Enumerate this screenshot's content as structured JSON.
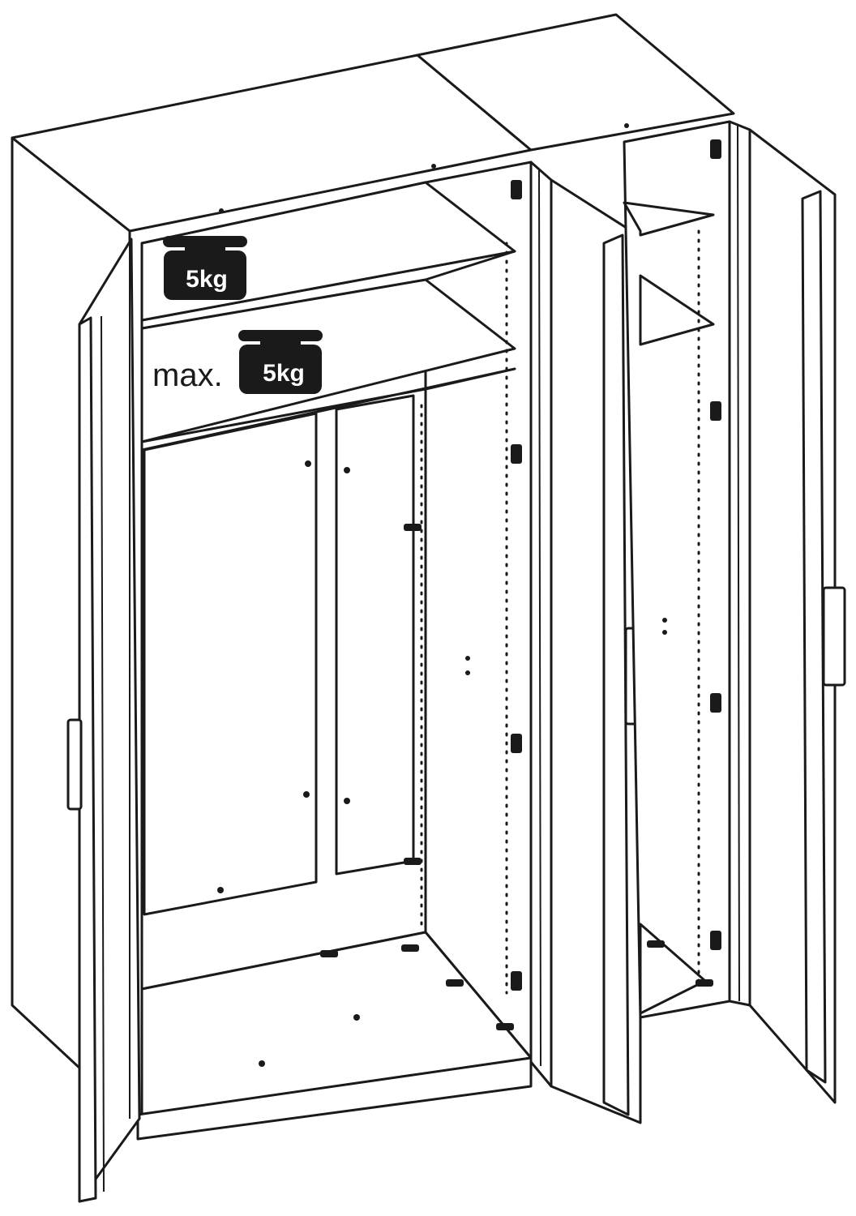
{
  "diagram": {
    "subject": "wardrobe-assembly-illustration",
    "load_labels": {
      "upper_shelf_weight": "5kg",
      "lower_shelf_prefix": "max.",
      "lower_shelf_weight": "5kg"
    },
    "colors": {
      "ink": "#1a1a1a",
      "paper": "#ffffff"
    }
  }
}
